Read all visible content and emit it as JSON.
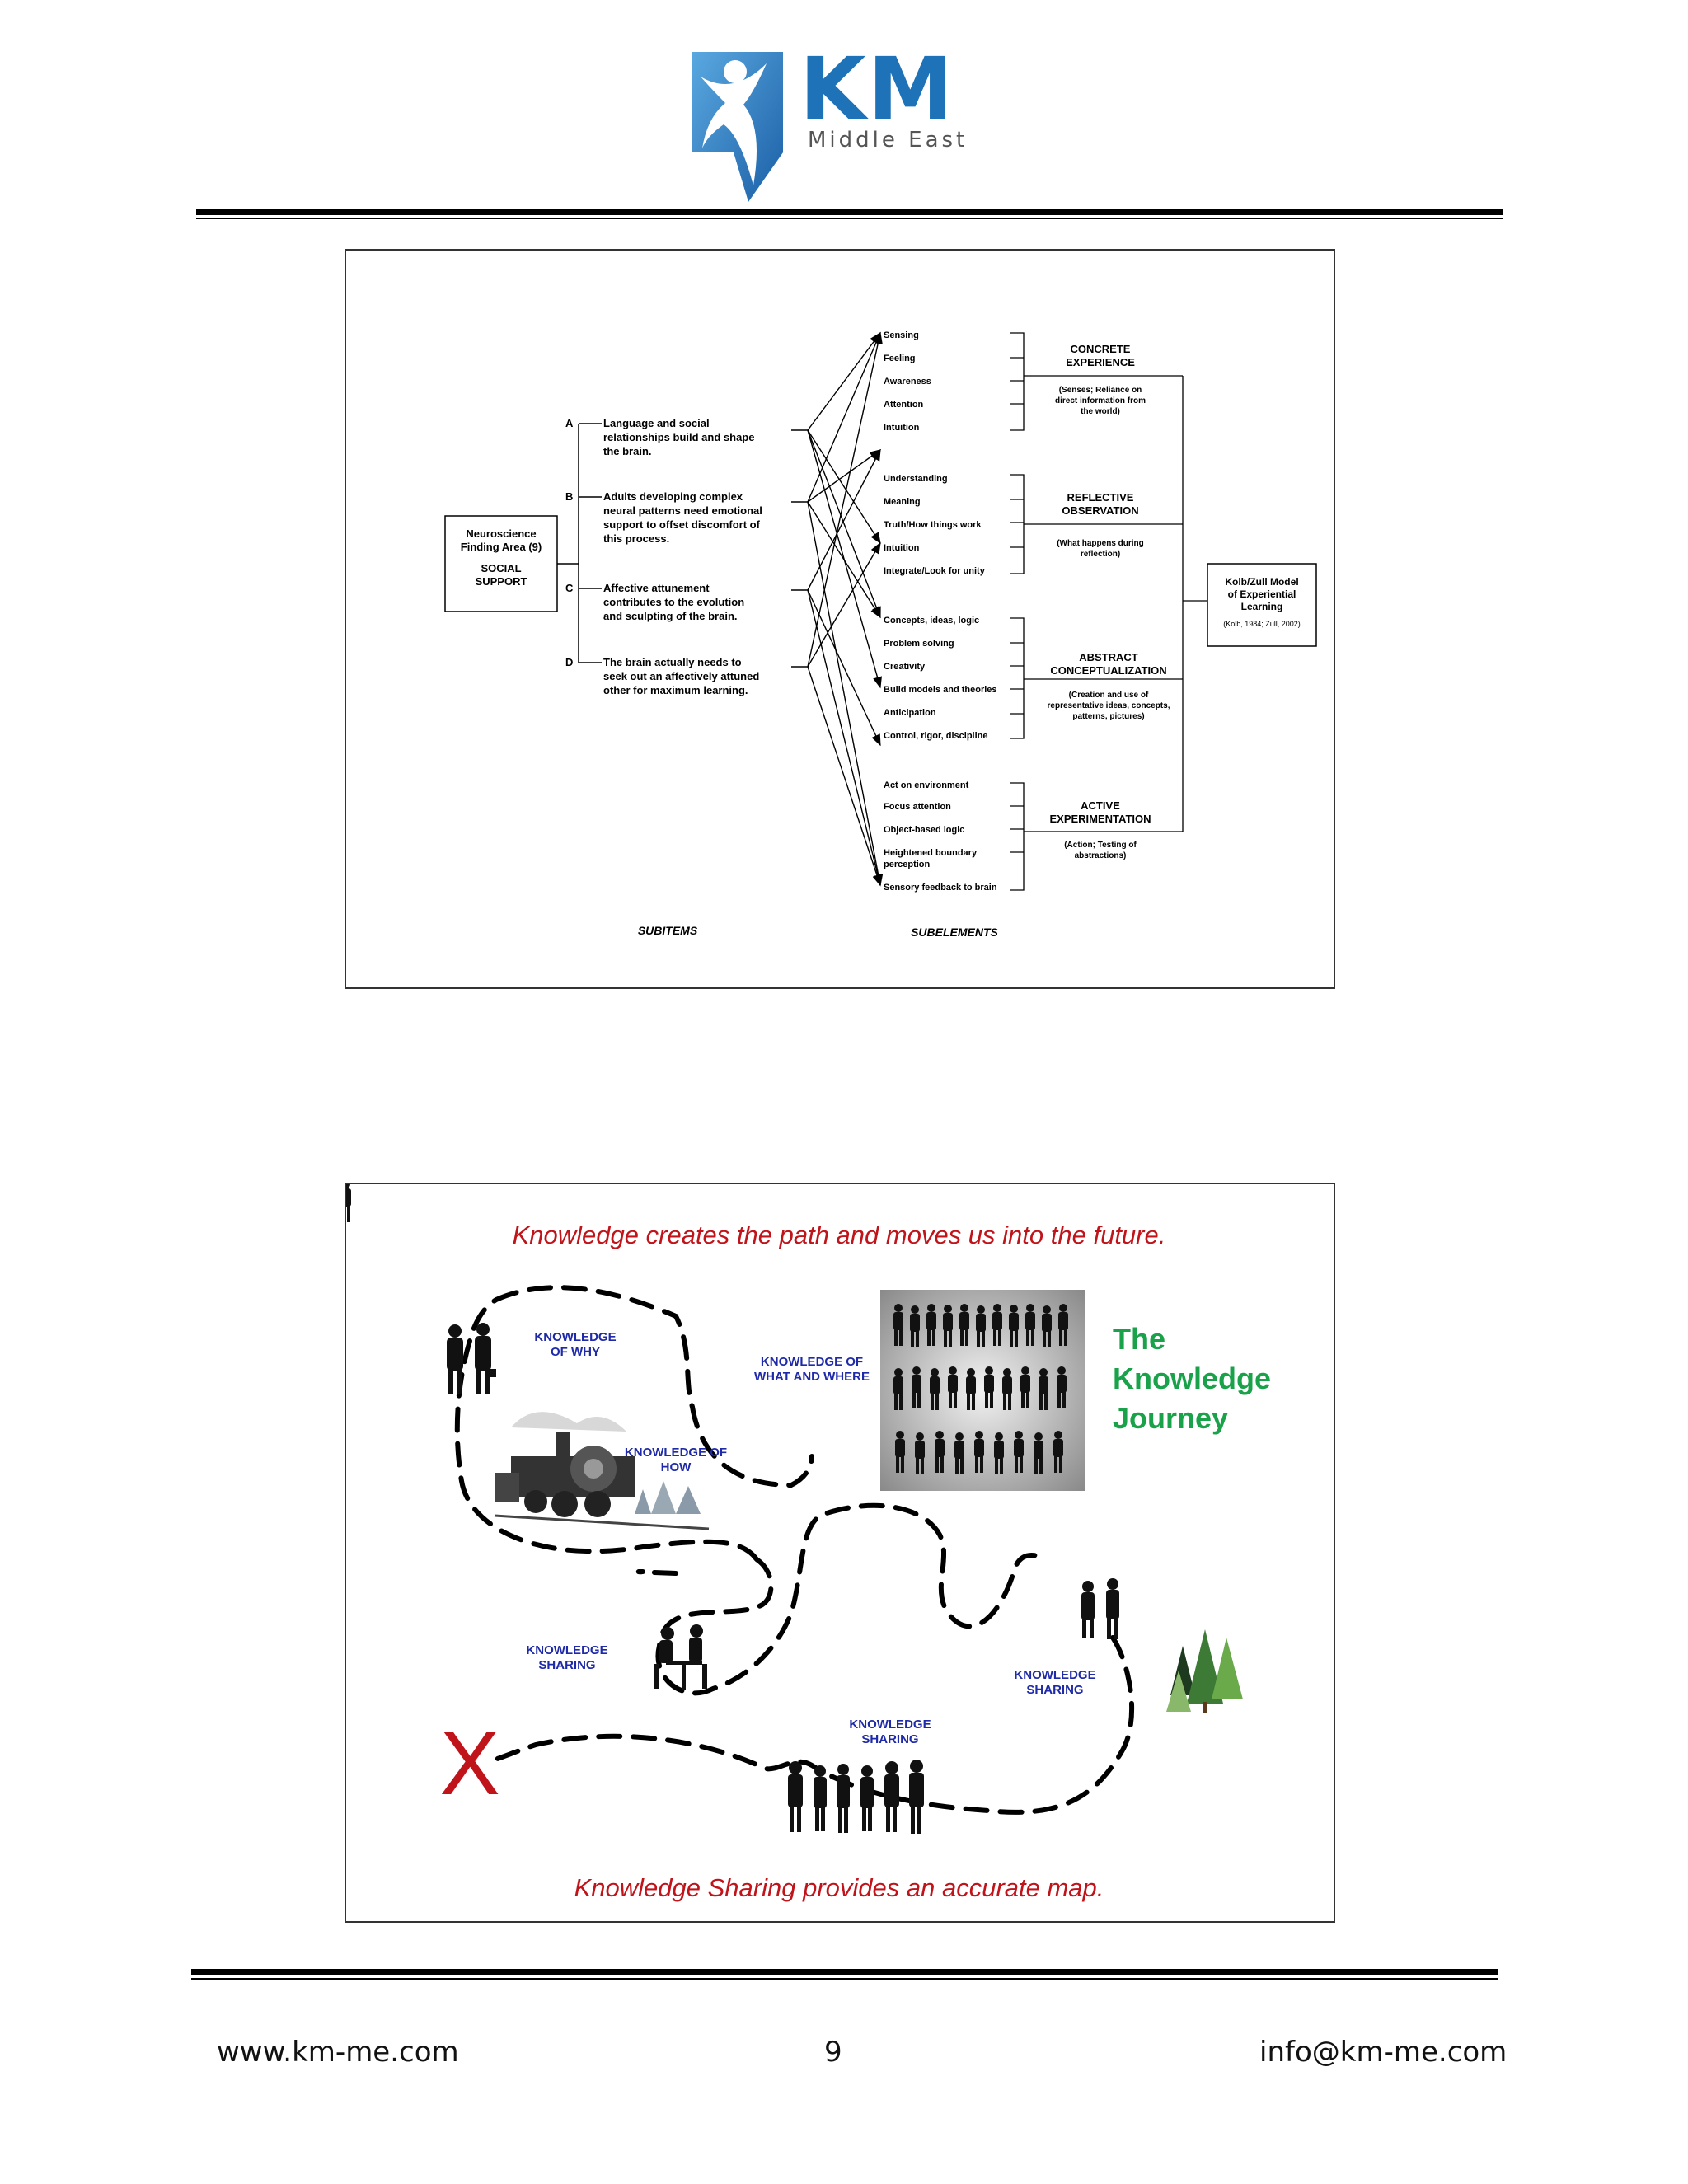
{
  "logo": {
    "mark": "KM",
    "tagline": "Middle East",
    "brand_color": "#1e72b8",
    "icon": "person-figure-icon"
  },
  "diagram1": {
    "root": {
      "line1": "Neuroscience",
      "line2": "Finding Area (9)",
      "line3": "SOCIAL",
      "line4": "SUPPORT"
    },
    "subitems": [
      {
        "letter": "A",
        "lines": [
          "Language and social",
          "relationships build and shape",
          "the brain."
        ]
      },
      {
        "letter": "B",
        "lines": [
          "Adults developing complex",
          "neural patterns need emotional",
          "support to offset discomfort of",
          "this process."
        ]
      },
      {
        "letter": "C",
        "lines": [
          "Affective attunement",
          "contributes to the evolution",
          "and sculpting of the brain."
        ]
      },
      {
        "letter": "D",
        "lines": [
          "The brain actually needs to",
          "seek out an affectively attuned",
          "other for maximum learning."
        ]
      }
    ],
    "subelements": [
      [
        "Sensing",
        "Feeling",
        "Awareness",
        "Attention",
        "Intuition"
      ],
      [
        "Understanding",
        "Meaning",
        "Truth/How things work",
        "Intuition",
        "Integrate/Look for unity"
      ],
      [
        "Concepts, ideas, logic",
        "Problem solving",
        "Creativity",
        "Build models and theories",
        "Anticipation",
        "Control, rigor, discipline"
      ],
      [
        "Act on environment",
        "Focus attention",
        "Object-based logic",
        "Heightened boundary",
        "perception",
        "Sensory feedback to brain"
      ]
    ],
    "stages": [
      {
        "title1": "CONCRETE",
        "title2": "EXPERIENCE",
        "desc": [
          "(Senses; Reliance on",
          "direct information from",
          "the world)"
        ]
      },
      {
        "title1": "REFLECTIVE",
        "title2": "OBSERVATION",
        "desc": [
          "(What happens during",
          "reflection)"
        ]
      },
      {
        "title1": "ABSTRACT",
        "title2": "CONCEPTUALIZATION",
        "desc": [
          "(Creation and use of",
          "representative ideas, concepts,",
          "patterns, pictures)"
        ]
      },
      {
        "title1": "ACTIVE",
        "title2": "EXPERIMENTATION",
        "desc": [
          "(Action; Testing of",
          "abstractions)"
        ]
      }
    ],
    "model": {
      "line1": "Kolb/Zull Model",
      "line2": "of Experiential",
      "line3": "Learning",
      "line4": "(Kolb, 1984; Zull, 2002)"
    },
    "label_subitems": "SUBITEMS",
    "label_subelements": "SUBELEMENTS"
  },
  "diagram2": {
    "heading": "Knowledge creates the path and moves us into the future.",
    "footer_text": "Knowledge Sharing provides an accurate map.",
    "title_lines": [
      "The",
      "Knowledge",
      "Journey"
    ],
    "labels": {
      "why": [
        "KNOWLEDGE",
        "OF WHY"
      ],
      "what_where": [
        "KNOWLEDGE OF",
        "WHAT AND WHERE"
      ],
      "how": [
        "KNOWLEDGE OF",
        "HOW"
      ],
      "sharing_left": [
        "KNOWLEDGE",
        "SHARING"
      ],
      "sharing_bottom": [
        "KNOWLEDGE",
        "SHARING"
      ],
      "sharing_right": [
        "KNOWLEDGE",
        "SHARING"
      ]
    },
    "x_mark": "X",
    "colors": {
      "red": "#c0141b",
      "blue": "#1f2aa8",
      "green": "#1aa24a"
    }
  },
  "footer": {
    "website": "www.km-me.com",
    "page": "9",
    "email": "info@km-me.com"
  }
}
